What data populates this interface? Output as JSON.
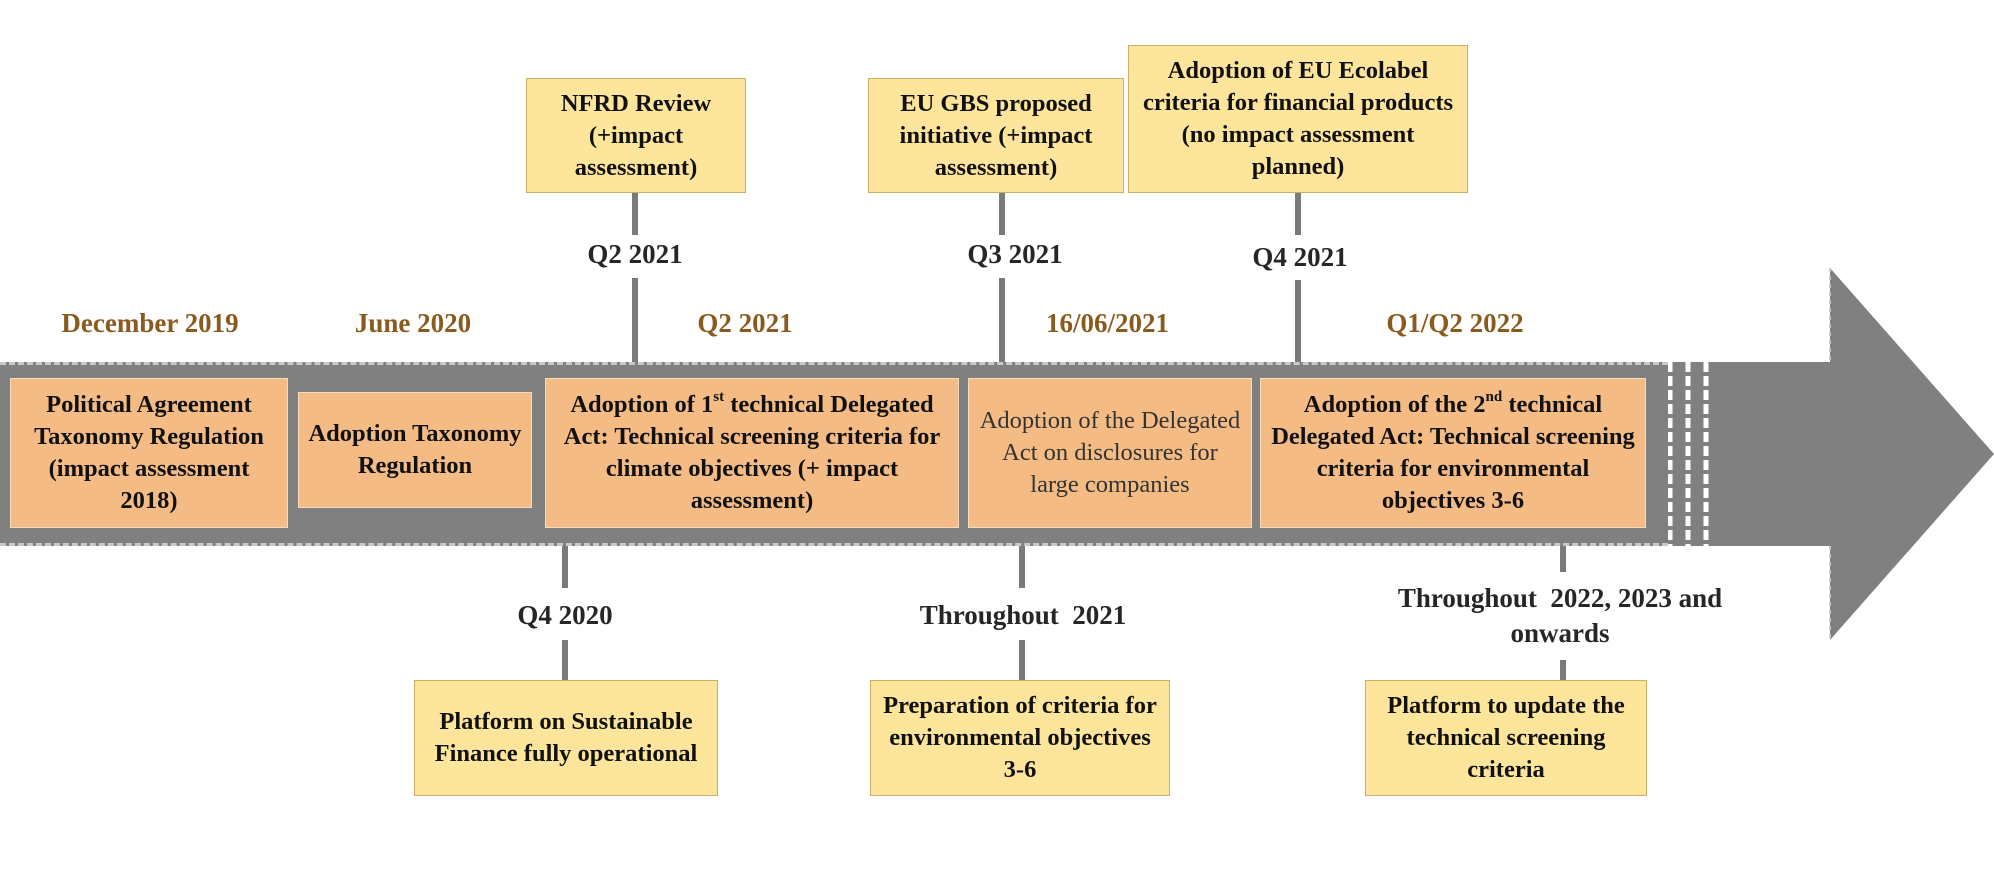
{
  "timeline_dates": {
    "dec2019": "December 2019",
    "jun2020": "June 2020",
    "q2_2021": "Q2 2021",
    "jun16_2021": "16/06/2021",
    "q1q2_2022": "Q1/Q2 2022"
  },
  "band_boxes": {
    "b1": "Political Agreement Taxonomy Regulation (impact assessment 2018)",
    "b2": "Adoption Taxonomy Regulation",
    "b3_pre": "Adoption of 1",
    "b3_sup": "st",
    "b3_post": " technical Delegated Act: Technical screening criteria for climate objectives (+ impact assessment)",
    "b4": "Adoption of the Delegated Act on disclosures for large companies",
    "b5_pre": "Adoption of the 2",
    "b5_sup": "nd",
    "b5_post": " technical Delegated Act: Technical screening criteria for environmental objectives 3-6"
  },
  "top_items": [
    {
      "label": "Q2 2021",
      "text": "NFRD Review (+impact assessment)"
    },
    {
      "label": "Q3 2021",
      "text": "EU GBS proposed initiative (+impact assessment)"
    },
    {
      "label": "Q4 2021",
      "text": "Adoption of EU Ecolabel criteria for financial products (no impact assessment planned)"
    }
  ],
  "bottom_items": [
    {
      "label": "Q4 2020",
      "text": "Platform on Sustainable Finance fully operational"
    },
    {
      "label": "Throughout  2021",
      "text": "Preparation of criteria for environmental objectives 3-6"
    },
    {
      "label": "Throughout  2022, 2023 and onwards",
      "text": "Platform to update the technical screening criteria"
    }
  ],
  "colors": {
    "band": "#808080",
    "band_box": "#f4bc84",
    "side_box": "#fde59c",
    "date_text": "#8a5a1e"
  }
}
